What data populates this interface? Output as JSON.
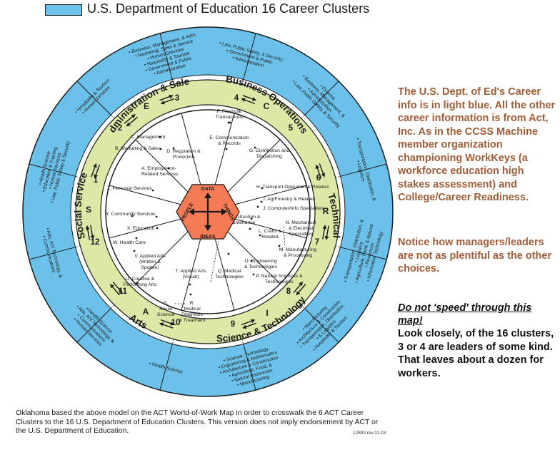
{
  "header": {
    "title": "U.S. Department of Education 16 Career Clusters",
    "legend_color": "#6cc1ea"
  },
  "colors": {
    "light_blue": "#6cc1ea",
    "green_band": "#dde8a6",
    "hexagon": "#f47b55",
    "side_text": "#a15c35"
  },
  "outer_clusters": [
    {
      "lines": [
        "Law, Public Safety, & Security",
        "Government & Public",
        "Administration"
      ]
    },
    {
      "lines": [
        "Finance",
        "Business, Management, &",
        "Administration",
        "Law, Public Safety, & Security"
      ]
    },
    {
      "lines": [
        "Transportation, Distribution, &",
        "Logistics"
      ]
    },
    {
      "lines": [
        "Transportation, Distribution, &",
        "Logistics",
        "Agriculture, Food, & Natural",
        "Resources",
        "Information Technology"
      ]
    },
    {
      "lines": [
        "Manufacturing",
        "Architecture & Construction",
        "Transportation, Distribution,",
        "& Logistics",
        "Hospitality & Tourism"
      ]
    },
    {
      "lines": [
        "Science, Technology,",
        "Engineering & Mathematics",
        "Architecture & Construction",
        "Agriculture, Food, &",
        "Natural Resources",
        "Manufacturing"
      ]
    },
    {
      "lines": [
        "Health Science"
      ]
    },
    {
      "lines": [
        "Health Science",
        "Arts, A/V Technology, &",
        "Communications",
        "Human Services"
      ]
    },
    {
      "lines": [
        "Arts, A/V Technology, &",
        "Communications"
      ]
    },
    {
      "lines": [
        "Health Science",
        "Education & Training",
        "Human Services",
        "Law, Public Safety & Security"
      ]
    },
    {
      "lines": [
        "Hospitality & Tourism",
        "Human Services"
      ]
    },
    {
      "lines": [
        "Business, Management, & Adm.",
        "Marketing, Sales & Service",
        "Human Services",
        "Hospitality & Tourism",
        "Government & Public",
        "Administration"
      ]
    }
  ],
  "ring_labels": {
    "admin": "Administration & Sales",
    "business": "Business Operations",
    "technical": "Technical",
    "science": "Science & Technology",
    "arts": "Arts",
    "social": "Social Service",
    "letters": [
      "E",
      "C",
      "R",
      "I",
      "A",
      "S"
    ]
  },
  "region_numbers": [
    "1",
    "2",
    "3",
    "4",
    "5",
    "6",
    "7",
    "8",
    "9",
    "10",
    "11",
    "12"
  ],
  "career_areas": {
    "A": "A. Employment-\nRelated Services",
    "B": "B. Marketing & Sales",
    "C": "C. Management",
    "D": "D. Regulation &\nProtection",
    "E": "E. Communication\n& Records",
    "F": "F. Financial\nTransactions",
    "G": "G. Distribution and\nDispatching",
    "H": "H. Transport Operation & Related",
    "I": "I. Ag/Forestry & Related",
    "J": "J. Computer/Info Specialties",
    "K": "K. Construction &\nMaintenance",
    "L": "L. Crafts &\nRelated",
    "M": "M. Manufacturing\n& Processing",
    "N": "N. Mechanical\n& Electrical\nSpecialties",
    "O": "O. Engineering\n& Technologies",
    "P": "P. Natural Sciences &\nTechnologies",
    "Q": "Q. Medical\nTechnologies",
    "R": "R.\nMedical\nDiagnosis\n& Treatment",
    "S": "S.\nSocial\nScience",
    "T": "T. Applied Arts\n(Visual)",
    "U": "U. Creative &\nPerforming Arts",
    "V": "V. Applied Arts\n(Written &\nSpoken)",
    "W": "W. Health Care",
    "X": "X. Education",
    "Y": "Y. Community Services",
    "Z": "Z. Personal Services"
  },
  "hexagon": {
    "data": "DATA",
    "ideas": "IDEAS",
    "people": "PEOPLE",
    "things": "THINGS"
  },
  "side_text": {
    "p1": "The U.S. Dept. of Ed's Career info is in light blue. All the other career information is from Act, Inc. As in the CCSS Machine member organization championing WorkKeys (a workforce education high stakes assessment) and College/Career Readiness.",
    "p2": "Notice how managers/leaders are not as plentiful as the other choices.",
    "p3_heading": "Do not 'speed' through this map!",
    "p3": "Look closely, of the 16 clusters, 3 or 4 are leaders of some kind. That leaves about a dozen for workers."
  },
  "footnote": "Oklahoma based the above model on the ACT World-of-Work Map in order to crosswalk the 6 ACT Career Clusters to the 16  U.S. Department of Education Clusters. This version does not imply endorsement by ACT or the U.S. Department of Education.",
  "doc_code": "12892 rev.11-03"
}
